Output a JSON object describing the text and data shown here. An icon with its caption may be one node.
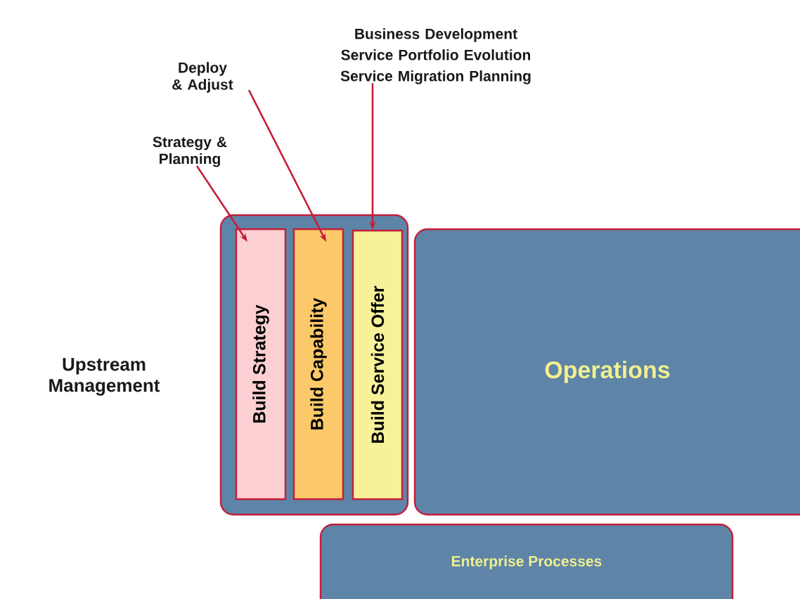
{
  "diagram": {
    "nodes": [
      {
        "text": [
          "Upstream Management"
        ]
      },
      {
        "text": [
          "Build Strategy"
        ],
        "in": 0
      },
      {
        "text": [
          "Build Capability"
        ],
        "in": 0
      },
      {
        "text": [
          "Build Service Offer"
        ],
        "in": 0
      },
      {
        "text": [
          "Operations"
        ]
      },
      {
        "text": [
          "Enterprise Processes"
        ]
      },
      {
        "text": [
          "Strategy & Planning"
        ]
      },
      {
        "text": [
          "Deploy & Adjust"
        ]
      },
      {
        "text": [
          "Business Development",
          "Service Portfolio Evolution",
          "Service Migration Planning"
        ]
      }
    ],
    "edges": [
      {
        "from": 6,
        "to": 1,
        "arrow": "to"
      },
      {
        "from": 7,
        "to": 2,
        "arrow": "to"
      },
      {
        "from": 8,
        "to": 3,
        "arrow": "to"
      }
    ]
  }
}
